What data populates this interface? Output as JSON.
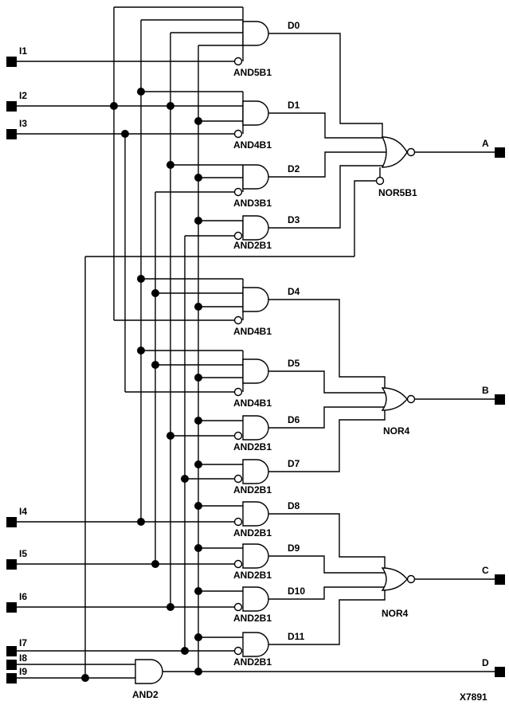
{
  "figure_label": "X7891",
  "inputs": [
    "I1",
    "I2",
    "I3",
    "I4",
    "I5",
    "I6",
    "I7",
    "I8",
    "I9"
  ],
  "outputs": [
    "A",
    "B",
    "C",
    "D"
  ],
  "product_terms": [
    "D0",
    "D1",
    "D2",
    "D3",
    "D4",
    "D5",
    "D6",
    "D7",
    "D8",
    "D9",
    "D10",
    "D11"
  ],
  "and_gate_labels": [
    "AND5B1",
    "AND4B1",
    "AND3B1",
    "AND2B1",
    "AND4B1",
    "AND4B1",
    "AND2B1",
    "AND2B1",
    "AND2B1",
    "AND2B1",
    "AND2B1",
    "AND2B1"
  ],
  "and2_label": "AND2",
  "nor_gate_labels": [
    "NOR5B1",
    "NOR4",
    "NOR4"
  ],
  "colors": {
    "wire": "#000000",
    "background": "#ffffff"
  }
}
